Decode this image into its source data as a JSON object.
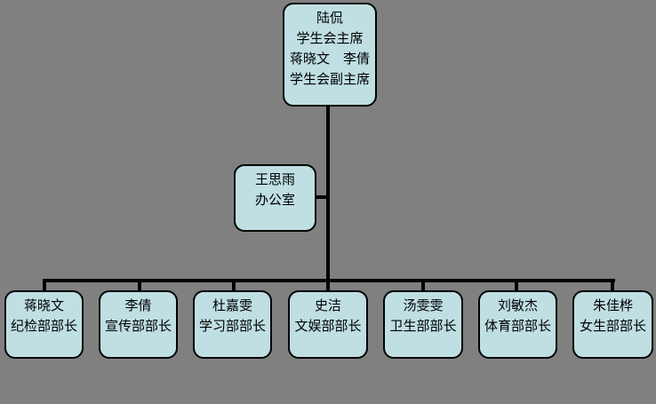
{
  "palette": {
    "background": "#808080",
    "node_fill": "#bfdfe3",
    "node_border": "#000000",
    "connector": "#000000"
  },
  "chart": {
    "root": {
      "lines": [
        "陆侃",
        "学生会主席",
        "蒋晓文　李倩",
        "学生会副主席"
      ]
    },
    "office": {
      "lines": [
        "王思雨",
        "办公室"
      ]
    },
    "departments": [
      {
        "name": "蒋晓文",
        "title": "纪检部部长"
      },
      {
        "name": "李倩",
        "title": "宣传部部长"
      },
      {
        "name": "杜嘉雯",
        "title": "学习部部长"
      },
      {
        "name": "史洁",
        "title": "文娱部部长"
      },
      {
        "name": "汤雯雯",
        "title": "卫生部部长"
      },
      {
        "name": "刘敏杰",
        "title": "体育部部长"
      },
      {
        "name": "朱佳桦",
        "title": "女生部部长"
      }
    ]
  }
}
